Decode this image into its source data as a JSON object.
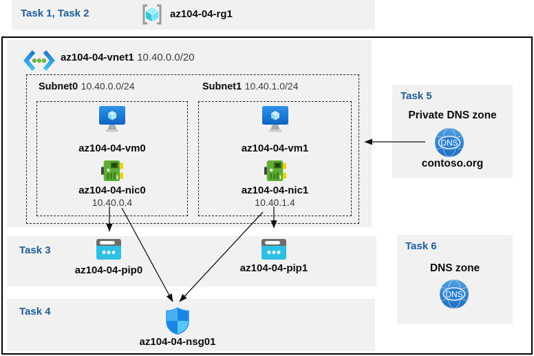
{
  "colors": {
    "accent_blue": "#1f5c99",
    "band_gray": "#f1f1f1",
    "frame_border": "#000000",
    "arrow": "#111111",
    "vm_blue": "#1473d8",
    "nic_green": "#5fae33",
    "pip_cyan": "#2fbfe4",
    "dns_blue": "#2f80d2",
    "shield_blue_light": "#49b0f2",
    "shield_blue_dark": "#1b86e2"
  },
  "header": {
    "tasks_label": "Task 1, Task 2",
    "resource_group_name": "az104-04-rg1"
  },
  "vnet": {
    "name": "az104-04-vnet1",
    "cidr": "10.40.0.0/20",
    "subnets": [
      {
        "name": "Subnet0",
        "cidr": "10.40.0.0/24",
        "vm_name": "az104-04-vm0",
        "nic_name": "az104-04-nic0",
        "nic_ip": "10.40.0.4"
      },
      {
        "name": "Subnet1",
        "cidr": "10.40.1.0/24",
        "vm_name": "az104-04-vm1",
        "nic_name": "az104-04-nic1",
        "nic_ip": "10.40.1.4"
      }
    ]
  },
  "task3": {
    "label": "Task 3",
    "pip0_name": "az104-04-pip0",
    "pip1_name": "az104-04-pip1"
  },
  "task4": {
    "label": "Task 4",
    "nsg_name": "az104-04-nsg01"
  },
  "task5": {
    "label": "Task 5",
    "title": "Private DNS zone",
    "zone_name": "contoso.org",
    "dns_icon_text": "DNS"
  },
  "task6": {
    "label": "Task 6",
    "title": "DNS zone",
    "dns_icon_text": "DNS"
  },
  "icons": {
    "resource_group": "resource-group-icon",
    "virtual_network": "virtual-network-icon",
    "virtual_machine": "virtual-machine-icon",
    "network_interface": "nic-icon",
    "public_ip": "public-ip-icon",
    "network_security_group": "nsg-shield-icon",
    "dns": "dns-globe-icon"
  }
}
